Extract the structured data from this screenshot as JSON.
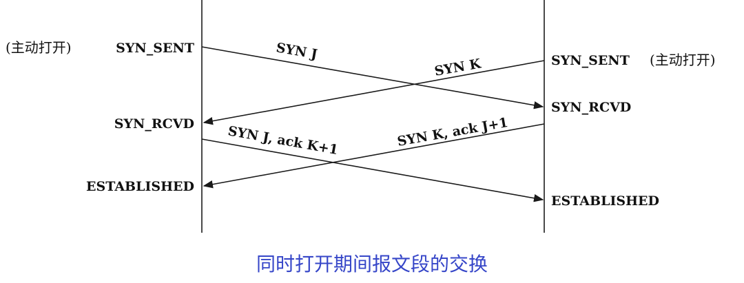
{
  "left": {
    "note": "(主动打开)",
    "states": [
      "SYN_SENT",
      "SYN_RCVD",
      "ESTABLISHED"
    ]
  },
  "right": {
    "note": "(主动打开)",
    "states": [
      "SYN_SENT",
      "SYN_RCVD",
      "ESTABLISHED"
    ]
  },
  "messages": {
    "syn_j": "SYN J",
    "syn_k": "SYN K",
    "syn_j_ack": "SYN J, ack K+1",
    "syn_k_ack": "SYN K, ack J+1"
  },
  "caption": "同时打开期间报文段的交换",
  "colors": {
    "caption": "#3646c8",
    "line": "#1a1a1a"
  }
}
